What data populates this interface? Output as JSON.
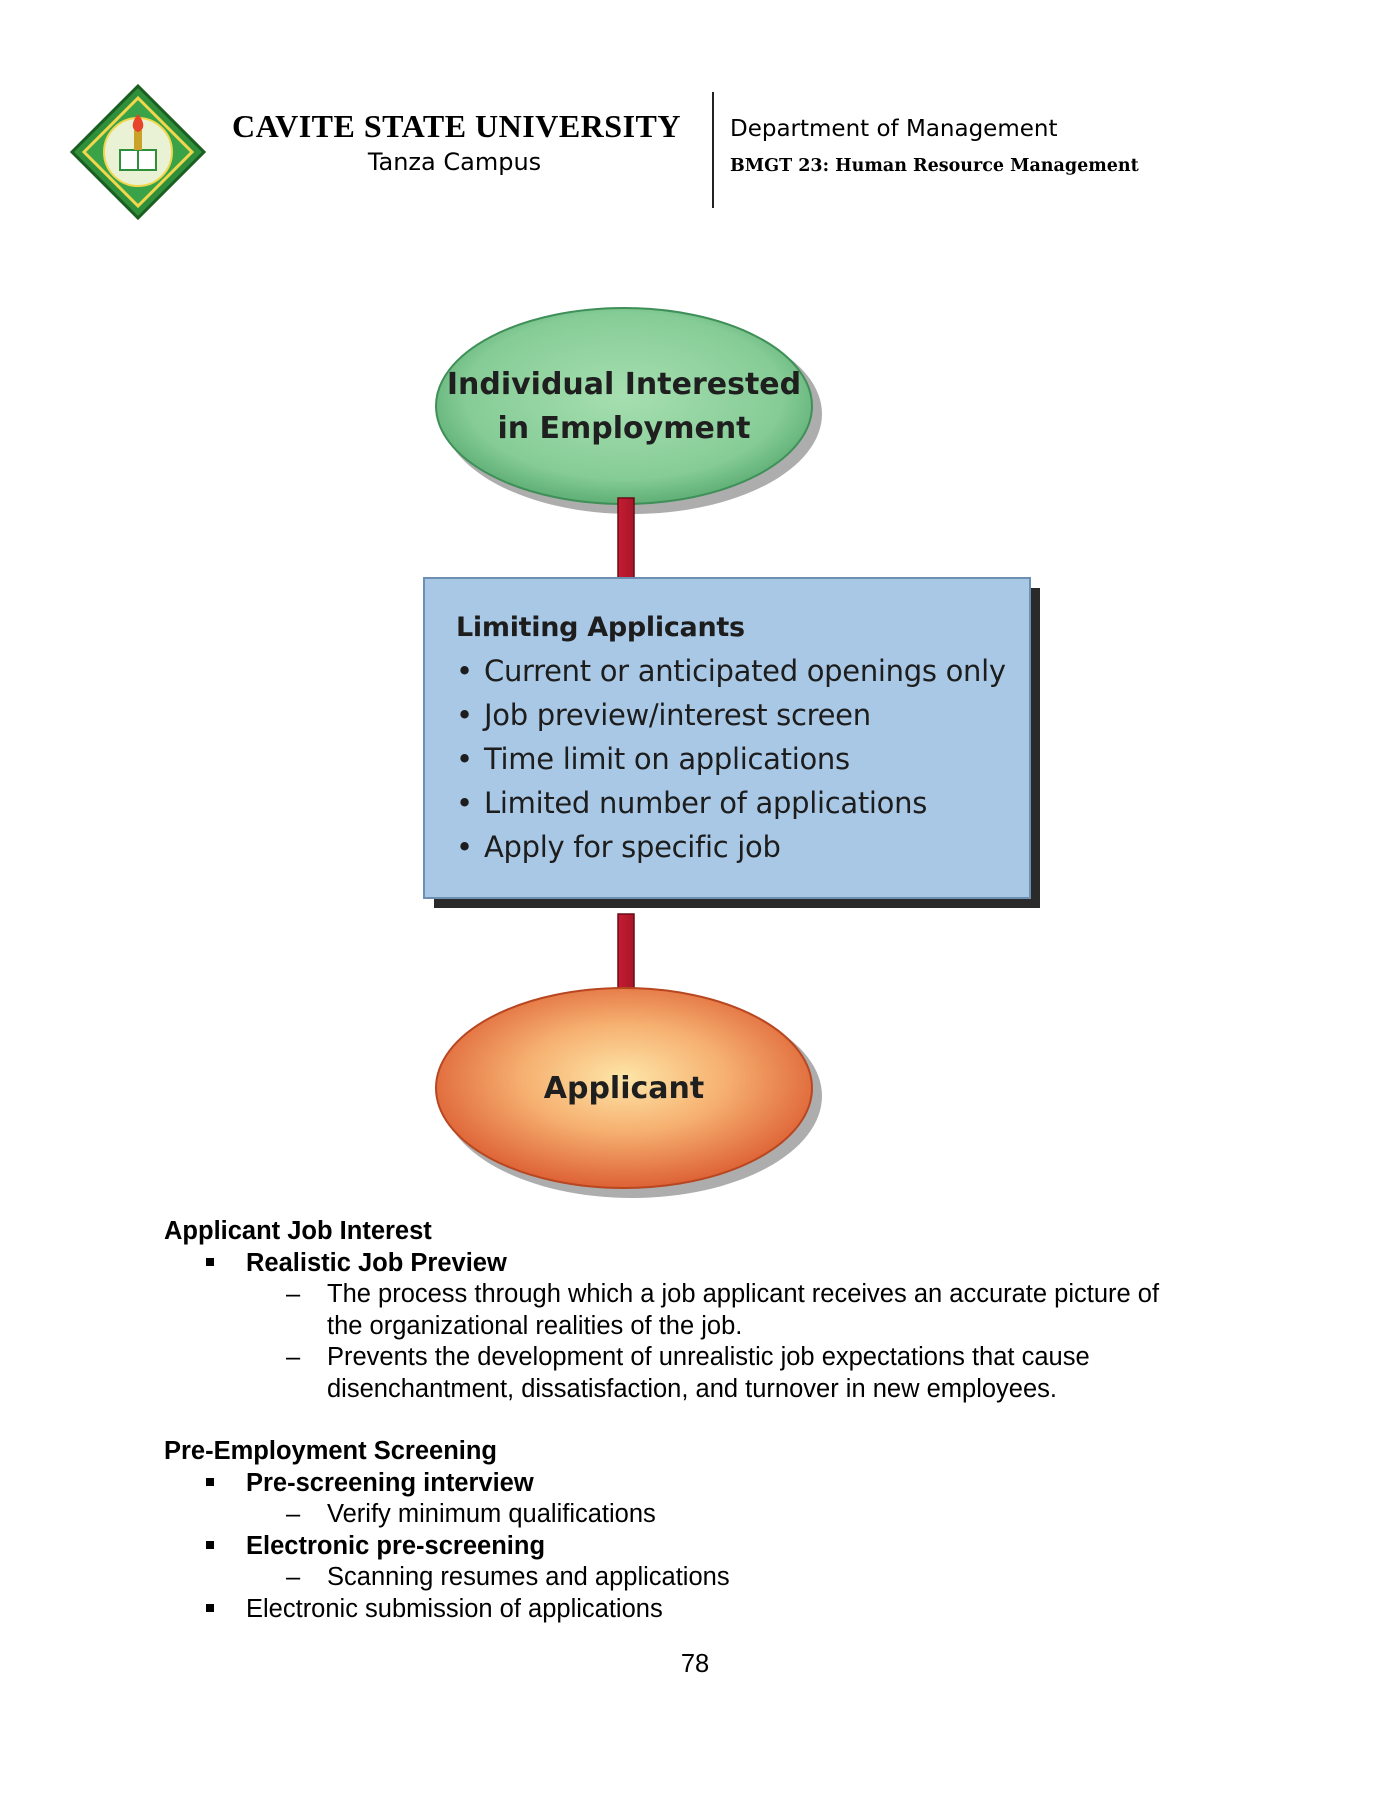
{
  "header": {
    "university": "CAVITE STATE UNIVERSITY",
    "campus": "Tanza Campus",
    "department": "Department of Management",
    "course": "BMGT 23: Human Resource Management"
  },
  "diagram": {
    "top_node": {
      "line1": "Individual Interested",
      "line2": "in Employment"
    },
    "middle_box": {
      "title": "Limiting Applicants",
      "items": [
        "Current or anticipated openings only",
        "Job preview/interest screen",
        "Time limit on applications",
        "Limited number of applications",
        "Apply for specific job"
      ]
    },
    "bottom_node": "Applicant",
    "colors": {
      "top": "#8fd19e",
      "box": "#a9c8e6",
      "bottom": "#f08a4b",
      "arrow": "#c0182c"
    }
  },
  "sections": [
    {
      "heading": "Applicant Job Interest",
      "items": [
        {
          "label": "Realistic Job Preview",
          "bold": true,
          "subitems": [
            [
              "The process through which a job applicant receives an accurate picture of",
              "the organizational realities of the job."
            ],
            [
              "Prevents the development of unrealistic job expectations that cause",
              "disenchantment, dissatisfaction, and turnover in new employees."
            ]
          ]
        }
      ]
    },
    {
      "heading": "Pre-Employment Screening",
      "items": [
        {
          "label": "Pre-screening interview",
          "bold": true,
          "subitems": [
            [
              "Verify minimum qualifications"
            ]
          ]
        },
        {
          "label": "Electronic pre-screening",
          "bold": true,
          "subitems": [
            [
              "Scanning resumes and applications"
            ]
          ]
        },
        {
          "label": "Electronic submission of applications",
          "bold": false,
          "subitems": []
        }
      ]
    }
  ],
  "page_number": "78"
}
